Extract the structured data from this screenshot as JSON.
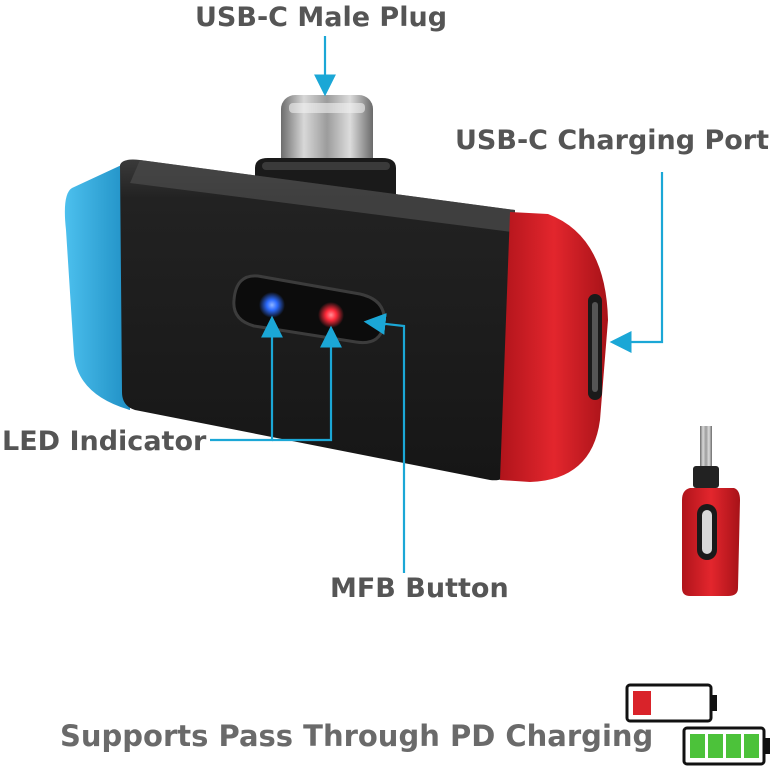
{
  "labels": {
    "male_plug": "USB-C Male Plug",
    "charging_port": "USB-C Charging Port",
    "led_indicator": "LED Indicator",
    "mfb_button": "MFB Button",
    "pass_through": "Supports Pass Through PD Charging"
  },
  "icons": {
    "device": "bluetooth-adapter-icon",
    "battery_low": "battery-low-icon",
    "battery_full": "battery-full-icon"
  },
  "colors": {
    "callout": "#1ba7d6",
    "left_cap": "#2aa6d8",
    "right_cap": "#d9232a",
    "body": "#1e1e1e",
    "led_blue": "#2c6bff",
    "led_red": "#ff2a3a",
    "battery_low_fill": "#d9232a",
    "battery_full_fill": "#4cc23a"
  }
}
